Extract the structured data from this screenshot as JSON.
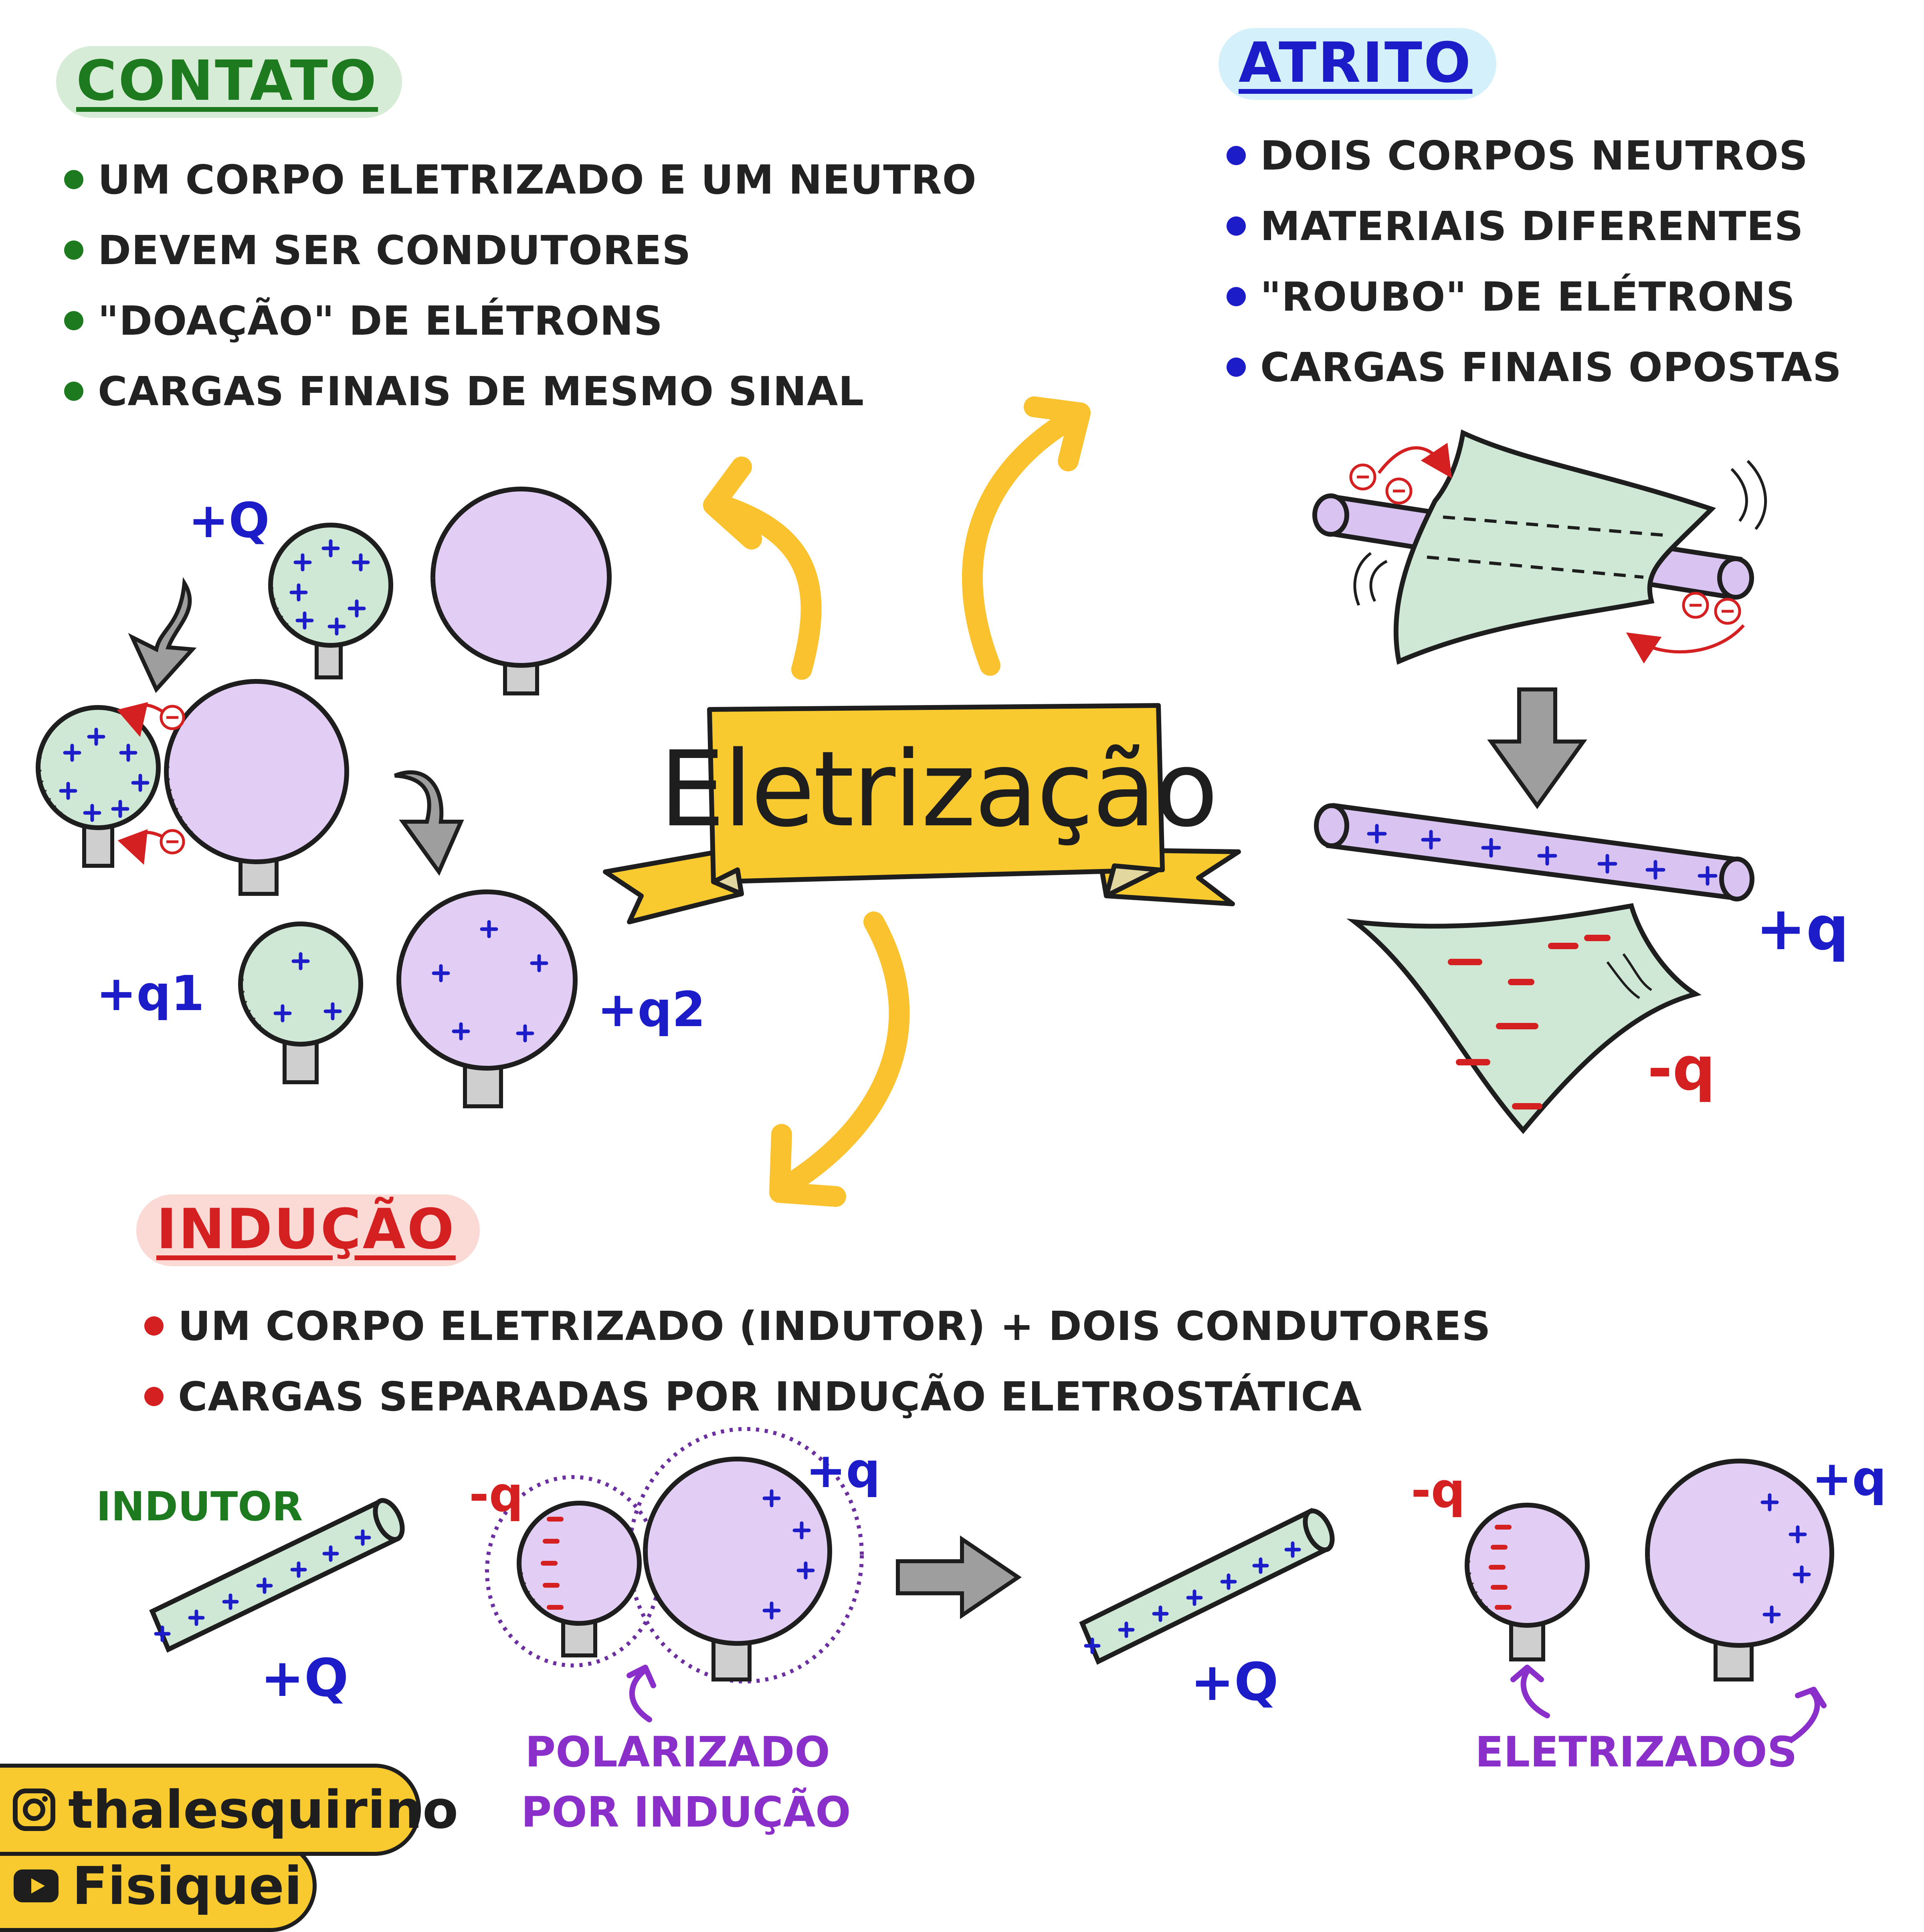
{
  "title": "Eletrização",
  "colors": {
    "banner": "#f9ca2f",
    "arrow": "#f9c22e",
    "green": "#1e7a1e",
    "blue": "#1c1cc8",
    "red": "#d42020",
    "purple": "#8a2fc9",
    "sphere_purple": "#e2cdf5",
    "sphere_green": "#cfe8d6"
  },
  "contato": {
    "title": "CONTATO",
    "bullets": [
      "UM CORPO ELETRIZADO E UM NEUTRO",
      "DEVEM SER CONDUTORES",
      "\"DOAÇÃO\" DE ELÉTRONS",
      "CARGAS FINAIS DE MESMO SINAL"
    ],
    "labels": {
      "initial": "+Q",
      "q1": "+q1",
      "q2": "+q2"
    }
  },
  "atrito": {
    "title": "ATRITO",
    "bullets": [
      "DOIS CORPOS NEUTROS",
      "MATERIAIS DIFERENTES",
      "\"ROUBO\" DE ELÉTRONS",
      "CARGAS FINAIS OPOSTAS"
    ],
    "labels": {
      "rod": "+q",
      "cloth": "-q"
    }
  },
  "inducao": {
    "title": "INDUÇÃO",
    "bullets": [
      "UM CORPO ELETRIZADO (INDUTOR) + DOIS CONDUTORES",
      "CARGAS SEPARADAS POR INDUÇÃO ELETROSTÁTICA"
    ],
    "labels": {
      "indutor": "INDUTOR",
      "rod_charge": "+Q",
      "neg": "-q",
      "pos": "+q",
      "polarizado": "POLARIZADO",
      "por_inducao": "POR INDUÇÃO",
      "eletrizados": "ELETRIZADOS"
    }
  },
  "social": {
    "instagram": "thalesquirino",
    "youtube": "Fisiquei",
    "instagram_icon": "instagram-icon",
    "youtube_icon": "youtube-icon"
  }
}
